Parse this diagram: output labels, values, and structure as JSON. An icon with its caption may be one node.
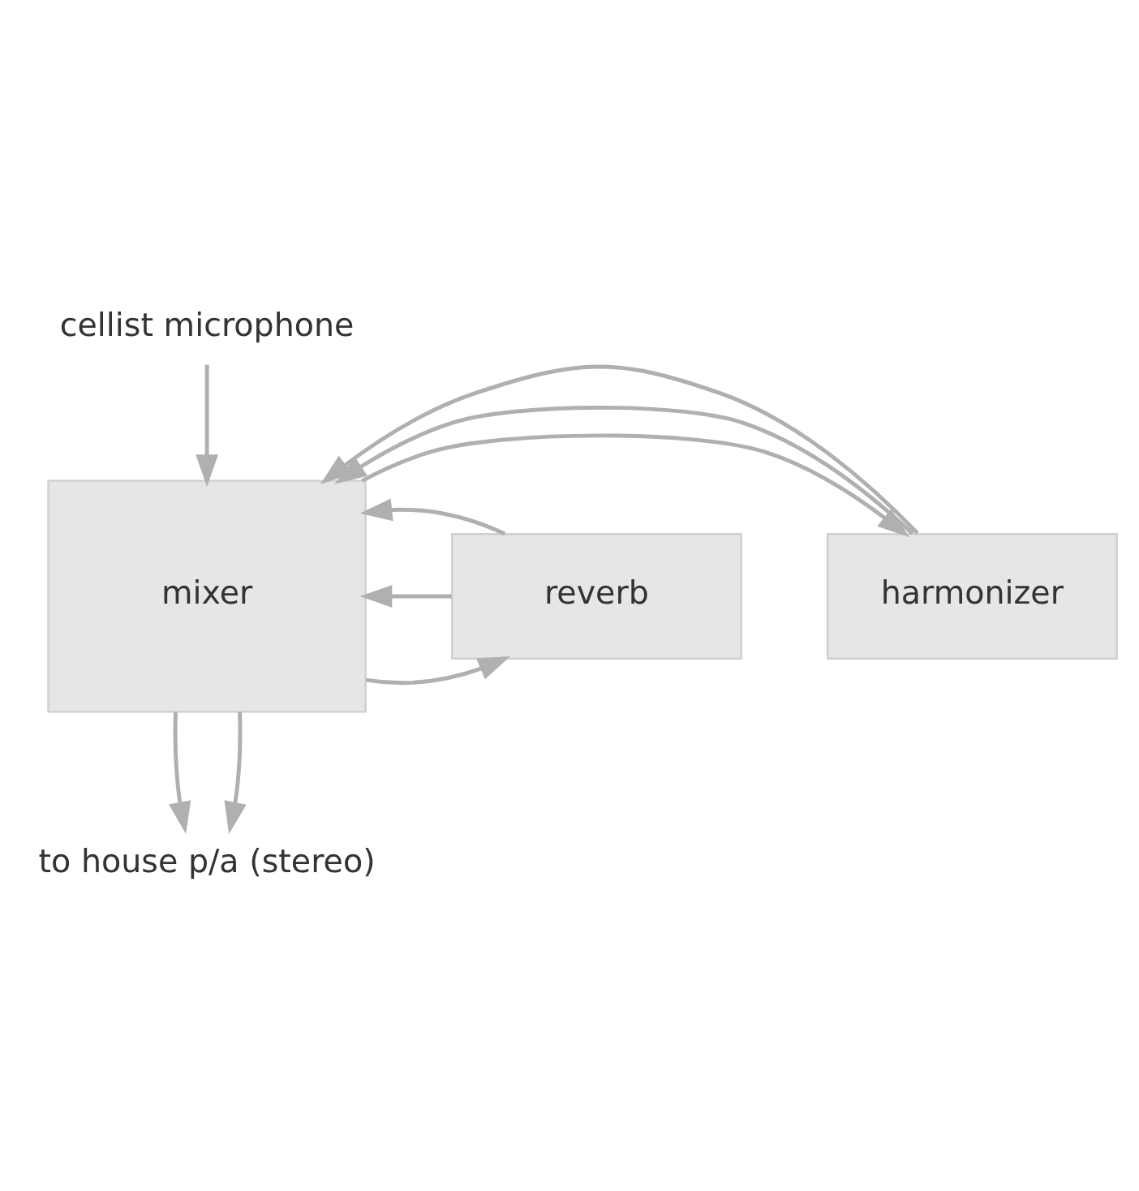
{
  "diagram": {
    "nodes": [
      {
        "text": [
          "cellist microphone"
        ]
      },
      {
        "text": [
          "mixer"
        ]
      },
      {
        "text": [
          "harmonizer"
        ]
      },
      {
        "text": [
          "reverb"
        ]
      },
      {
        "text": [
          "to house p/a (stereo)"
        ]
      }
    ],
    "edges": [
      {
        "from": 0,
        "to": 1,
        "arrow": "to"
      },
      {
        "from": 1,
        "to": 2,
        "arrow": "to"
      },
      {
        "from": 1,
        "to": 3,
        "arrow": "to"
      },
      {
        "from": 2,
        "to": 1,
        "arrow": "to"
      },
      {
        "from": 2,
        "to": 1,
        "arrow": "to"
      },
      {
        "from": 3,
        "to": 1,
        "arrow": "to"
      },
      {
        "from": 3,
        "to": 1,
        "arrow": "to"
      },
      {
        "from": 1,
        "to": 4,
        "arrow": "to"
      },
      {
        "from": 1,
        "to": 4,
        "arrow": "to"
      }
    ]
  }
}
